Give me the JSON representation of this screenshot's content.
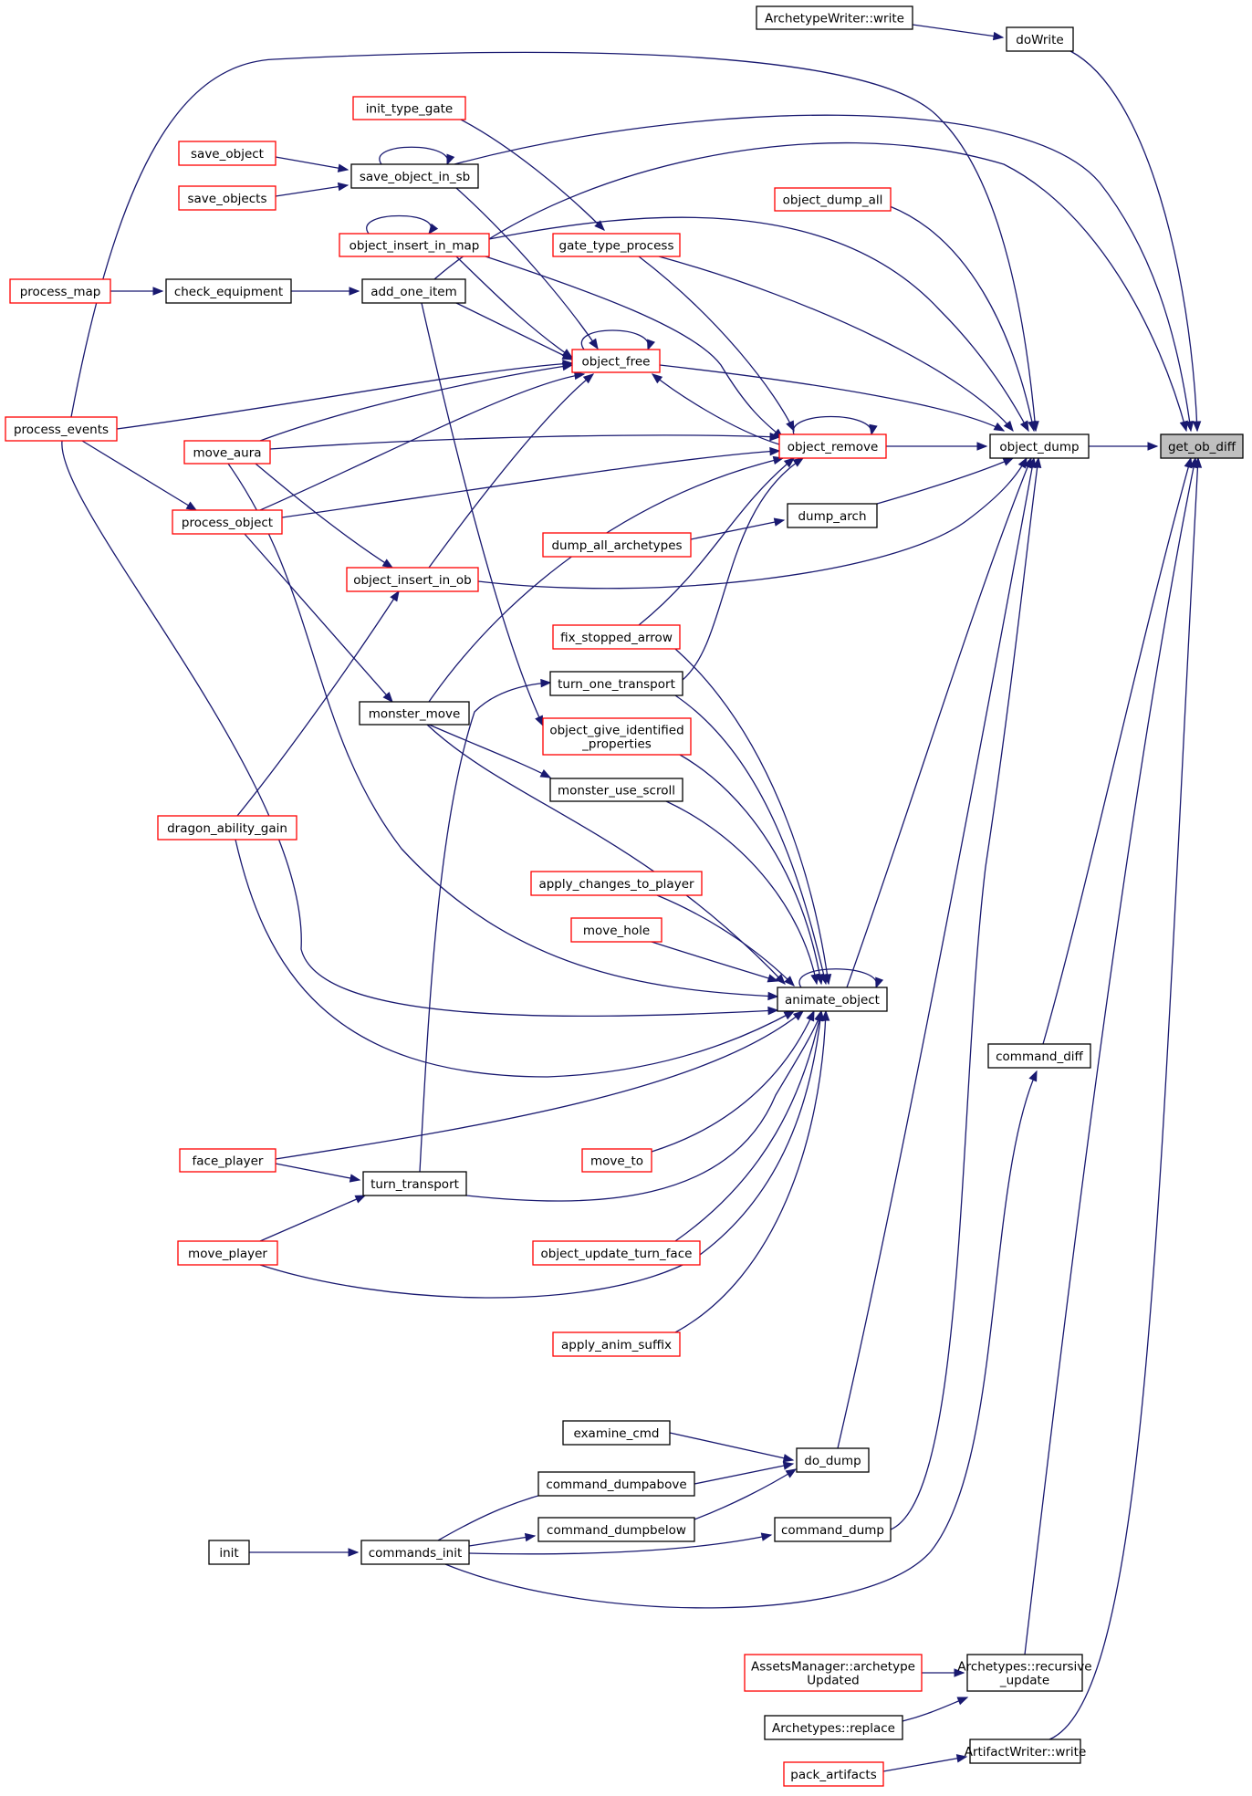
{
  "colors": {
    "edge": "#191970",
    "red_border": "#ff0000",
    "root_fill": "#bfbfbf"
  },
  "nodes": {
    "archetypewriter_write": {
      "lines": [
        "ArchetypeWriter::write"
      ],
      "border": "black"
    },
    "dowrite": {
      "lines": [
        "doWrite"
      ],
      "border": "black"
    },
    "init_type_gate": {
      "lines": [
        "init_type_gate"
      ],
      "border": "red"
    },
    "save_object": {
      "lines": [
        "save_object"
      ],
      "border": "red"
    },
    "save_objects": {
      "lines": [
        "save_objects"
      ],
      "border": "red"
    },
    "save_object_in_sb": {
      "lines": [
        "save_object_in_sb"
      ],
      "border": "black"
    },
    "object_insert_in_map": {
      "lines": [
        "object_insert_in_map"
      ],
      "border": "red"
    },
    "gate_type_process": {
      "lines": [
        "gate_type_process"
      ],
      "border": "red"
    },
    "object_dump_all": {
      "lines": [
        "object_dump_all"
      ],
      "border": "red"
    },
    "process_map": {
      "lines": [
        "process_map"
      ],
      "border": "red"
    },
    "check_equipment": {
      "lines": [
        "check_equipment"
      ],
      "border": "black"
    },
    "add_one_item": {
      "lines": [
        "add_one_item"
      ],
      "border": "black"
    },
    "object_free": {
      "lines": [
        "object_free"
      ],
      "border": "red"
    },
    "process_events": {
      "lines": [
        "process_events"
      ],
      "border": "red"
    },
    "move_aura": {
      "lines": [
        "move_aura"
      ],
      "border": "red"
    },
    "object_remove": {
      "lines": [
        "object_remove"
      ],
      "border": "red"
    },
    "object_dump": {
      "lines": [
        "object_dump"
      ],
      "border": "black"
    },
    "get_ob_diff": {
      "lines": [
        "get_ob_diff"
      ],
      "border": "root"
    },
    "process_object": {
      "lines": [
        "process_object"
      ],
      "border": "red"
    },
    "dump_arch": {
      "lines": [
        "dump_arch"
      ],
      "border": "black"
    },
    "dump_all_archetypes": {
      "lines": [
        "dump_all_archetypes"
      ],
      "border": "red"
    },
    "object_insert_in_ob": {
      "lines": [
        "object_insert_in_ob"
      ],
      "border": "red"
    },
    "fix_stopped_arrow": {
      "lines": [
        "fix_stopped_arrow"
      ],
      "border": "red"
    },
    "turn_one_transport": {
      "lines": [
        "turn_one_transport"
      ],
      "border": "black"
    },
    "monster_move": {
      "lines": [
        "monster_move"
      ],
      "border": "black"
    },
    "object_give_identified_properties": {
      "lines": [
        "object_give_identified",
        "_properties"
      ],
      "border": "red"
    },
    "monster_use_scroll": {
      "lines": [
        "monster_use_scroll"
      ],
      "border": "black"
    },
    "dragon_ability_gain": {
      "lines": [
        "dragon_ability_gain"
      ],
      "border": "red"
    },
    "apply_changes_to_player": {
      "lines": [
        "apply_changes_to_player"
      ],
      "border": "red"
    },
    "move_hole": {
      "lines": [
        "move_hole"
      ],
      "border": "red"
    },
    "animate_object": {
      "lines": [
        "animate_object"
      ],
      "border": "black"
    },
    "command_diff": {
      "lines": [
        "command_diff"
      ],
      "border": "black"
    },
    "face_player": {
      "lines": [
        "face_player"
      ],
      "border": "red"
    },
    "move_to": {
      "lines": [
        "move_to"
      ],
      "border": "red"
    },
    "turn_transport": {
      "lines": [
        "turn_transport"
      ],
      "border": "black"
    },
    "move_player": {
      "lines": [
        "move_player"
      ],
      "border": "red"
    },
    "object_update_turn_face": {
      "lines": [
        "object_update_turn_face"
      ],
      "border": "red"
    },
    "apply_anim_suffix": {
      "lines": [
        "apply_anim_suffix"
      ],
      "border": "red"
    },
    "examine_cmd": {
      "lines": [
        "examine_cmd"
      ],
      "border": "black"
    },
    "do_dump": {
      "lines": [
        "do_dump"
      ],
      "border": "black"
    },
    "command_dumpabove": {
      "lines": [
        "command_dumpabove"
      ],
      "border": "black"
    },
    "command_dumpbelow": {
      "lines": [
        "command_dumpbelow"
      ],
      "border": "black"
    },
    "command_dump": {
      "lines": [
        "command_dump"
      ],
      "border": "black"
    },
    "init": {
      "lines": [
        "init"
      ],
      "border": "black"
    },
    "commands_init": {
      "lines": [
        "commands_init"
      ],
      "border": "black"
    },
    "assetsmanager_archetypeupdated": {
      "lines": [
        "AssetsManager::archetype",
        "Updated"
      ],
      "border": "red"
    },
    "archetypes_recursive_update": {
      "lines": [
        "Archetypes::recursive",
        "_update"
      ],
      "border": "black"
    },
    "archetypes_replace": {
      "lines": [
        "Archetypes::replace"
      ],
      "border": "black"
    },
    "artifactwriter_write": {
      "lines": [
        "ArtifactWriter::write"
      ],
      "border": "black"
    },
    "pack_artifacts": {
      "lines": [
        "pack_artifacts"
      ],
      "border": "red"
    }
  },
  "edges": [
    [
      "archetypewriter_write",
      "dowrite"
    ],
    [
      "dowrite",
      "get_ob_diff"
    ],
    [
      "init_type_gate",
      "gate_type_process"
    ],
    [
      "save_object",
      "save_object_in_sb"
    ],
    [
      "save_objects",
      "save_object_in_sb"
    ],
    [
      "save_object_in_sb",
      "save_object_in_sb"
    ],
    [
      "save_object_in_sb",
      "get_ob_diff"
    ],
    [
      "object_insert_in_map",
      "object_insert_in_map"
    ],
    [
      "object_insert_in_map",
      "object_dump"
    ],
    [
      "gate_type_process",
      "object_dump"
    ],
    [
      "object_dump_all",
      "object_dump"
    ],
    [
      "process_map",
      "check_equipment"
    ],
    [
      "check_equipment",
      "add_one_item"
    ],
    [
      "add_one_item",
      "get_ob_diff"
    ],
    [
      "add_one_item",
      "object_free"
    ],
    [
      "add_one_item",
      "object_give_identified_properties"
    ],
    [
      "object_free",
      "object_free"
    ],
    [
      "object_free",
      "object_dump"
    ],
    [
      "object_insert_in_map",
      "object_free"
    ],
    [
      "object_insert_in_map",
      "object_remove"
    ],
    [
      "save_object_in_sb",
      "object_free"
    ],
    [
      "process_events",
      "object_free"
    ],
    [
      "process_events",
      "object_dump"
    ],
    [
      "process_events",
      "process_object"
    ],
    [
      "move_aura",
      "object_free"
    ],
    [
      "move_aura",
      "object_remove"
    ],
    [
      "move_aura",
      "object_insert_in_ob"
    ],
    [
      "process_object",
      "object_free"
    ],
    [
      "process_object",
      "object_remove"
    ],
    [
      "process_object",
      "monster_move"
    ],
    [
      "object_remove",
      "object_remove"
    ],
    [
      "object_remove",
      "object_free"
    ],
    [
      "object_remove",
      "object_dump"
    ],
    [
      "gate_type_process",
      "object_remove"
    ],
    [
      "object_dump",
      "get_ob_diff"
    ],
    [
      "dump_arch",
      "object_dump"
    ],
    [
      "dump_all_archetypes",
      "dump_arch"
    ],
    [
      "object_insert_in_ob",
      "object_dump"
    ],
    [
      "object_insert_in_ob",
      "object_free"
    ],
    [
      "fix_stopped_arrow",
      "object_remove"
    ],
    [
      "fix_stopped_arrow",
      "animate_object"
    ],
    [
      "turn_one_transport",
      "object_remove"
    ],
    [
      "turn_one_transport",
      "animate_object"
    ],
    [
      "monster_move",
      "object_remove"
    ],
    [
      "monster_move",
      "monster_use_scroll"
    ],
    [
      "monster_move",
      "animate_object"
    ],
    [
      "object_give_identified_properties",
      "animate_object"
    ],
    [
      "monster_use_scroll",
      "animate_object"
    ],
    [
      "dragon_ability_gain",
      "object_insert_in_ob"
    ],
    [
      "dragon_ability_gain",
      "animate_object"
    ],
    [
      "apply_changes_to_player",
      "animate_object"
    ],
    [
      "move_hole",
      "animate_object"
    ],
    [
      "animate_object",
      "animate_object"
    ],
    [
      "animate_object",
      "object_dump"
    ],
    [
      "move_aura",
      "animate_object"
    ],
    [
      "process_events",
      "animate_object"
    ],
    [
      "command_diff",
      "get_ob_diff"
    ],
    [
      "face_player",
      "animate_object"
    ],
    [
      "face_player",
      "turn_transport"
    ],
    [
      "move_to",
      "animate_object"
    ],
    [
      "turn_transport",
      "animate_object"
    ],
    [
      "turn_transport",
      "turn_one_transport"
    ],
    [
      "move_player",
      "turn_transport"
    ],
    [
      "move_player",
      "animate_object"
    ],
    [
      "object_update_turn_face",
      "animate_object"
    ],
    [
      "apply_anim_suffix",
      "animate_object"
    ],
    [
      "examine_cmd",
      "do_dump"
    ],
    [
      "do_dump",
      "object_dump"
    ],
    [
      "command_dumpabove",
      "do_dump"
    ],
    [
      "command_dumpbelow",
      "do_dump"
    ],
    [
      "command_dump",
      "object_dump"
    ],
    [
      "init",
      "commands_init"
    ],
    [
      "commands_init",
      "command_dumpabove"
    ],
    [
      "commands_init",
      "command_dumpbelow"
    ],
    [
      "commands_init",
      "command_dump"
    ],
    [
      "commands_init",
      "command_diff"
    ],
    [
      "assetsmanager_archetypeupdated",
      "archetypes_recursive_update"
    ],
    [
      "archetypes_replace",
      "archetypes_recursive_update"
    ],
    [
      "archetypes_recursive_update",
      "get_ob_diff"
    ],
    [
      "artifactwriter_write",
      "get_ob_diff"
    ],
    [
      "pack_artifacts",
      "artifactwriter_write"
    ]
  ]
}
